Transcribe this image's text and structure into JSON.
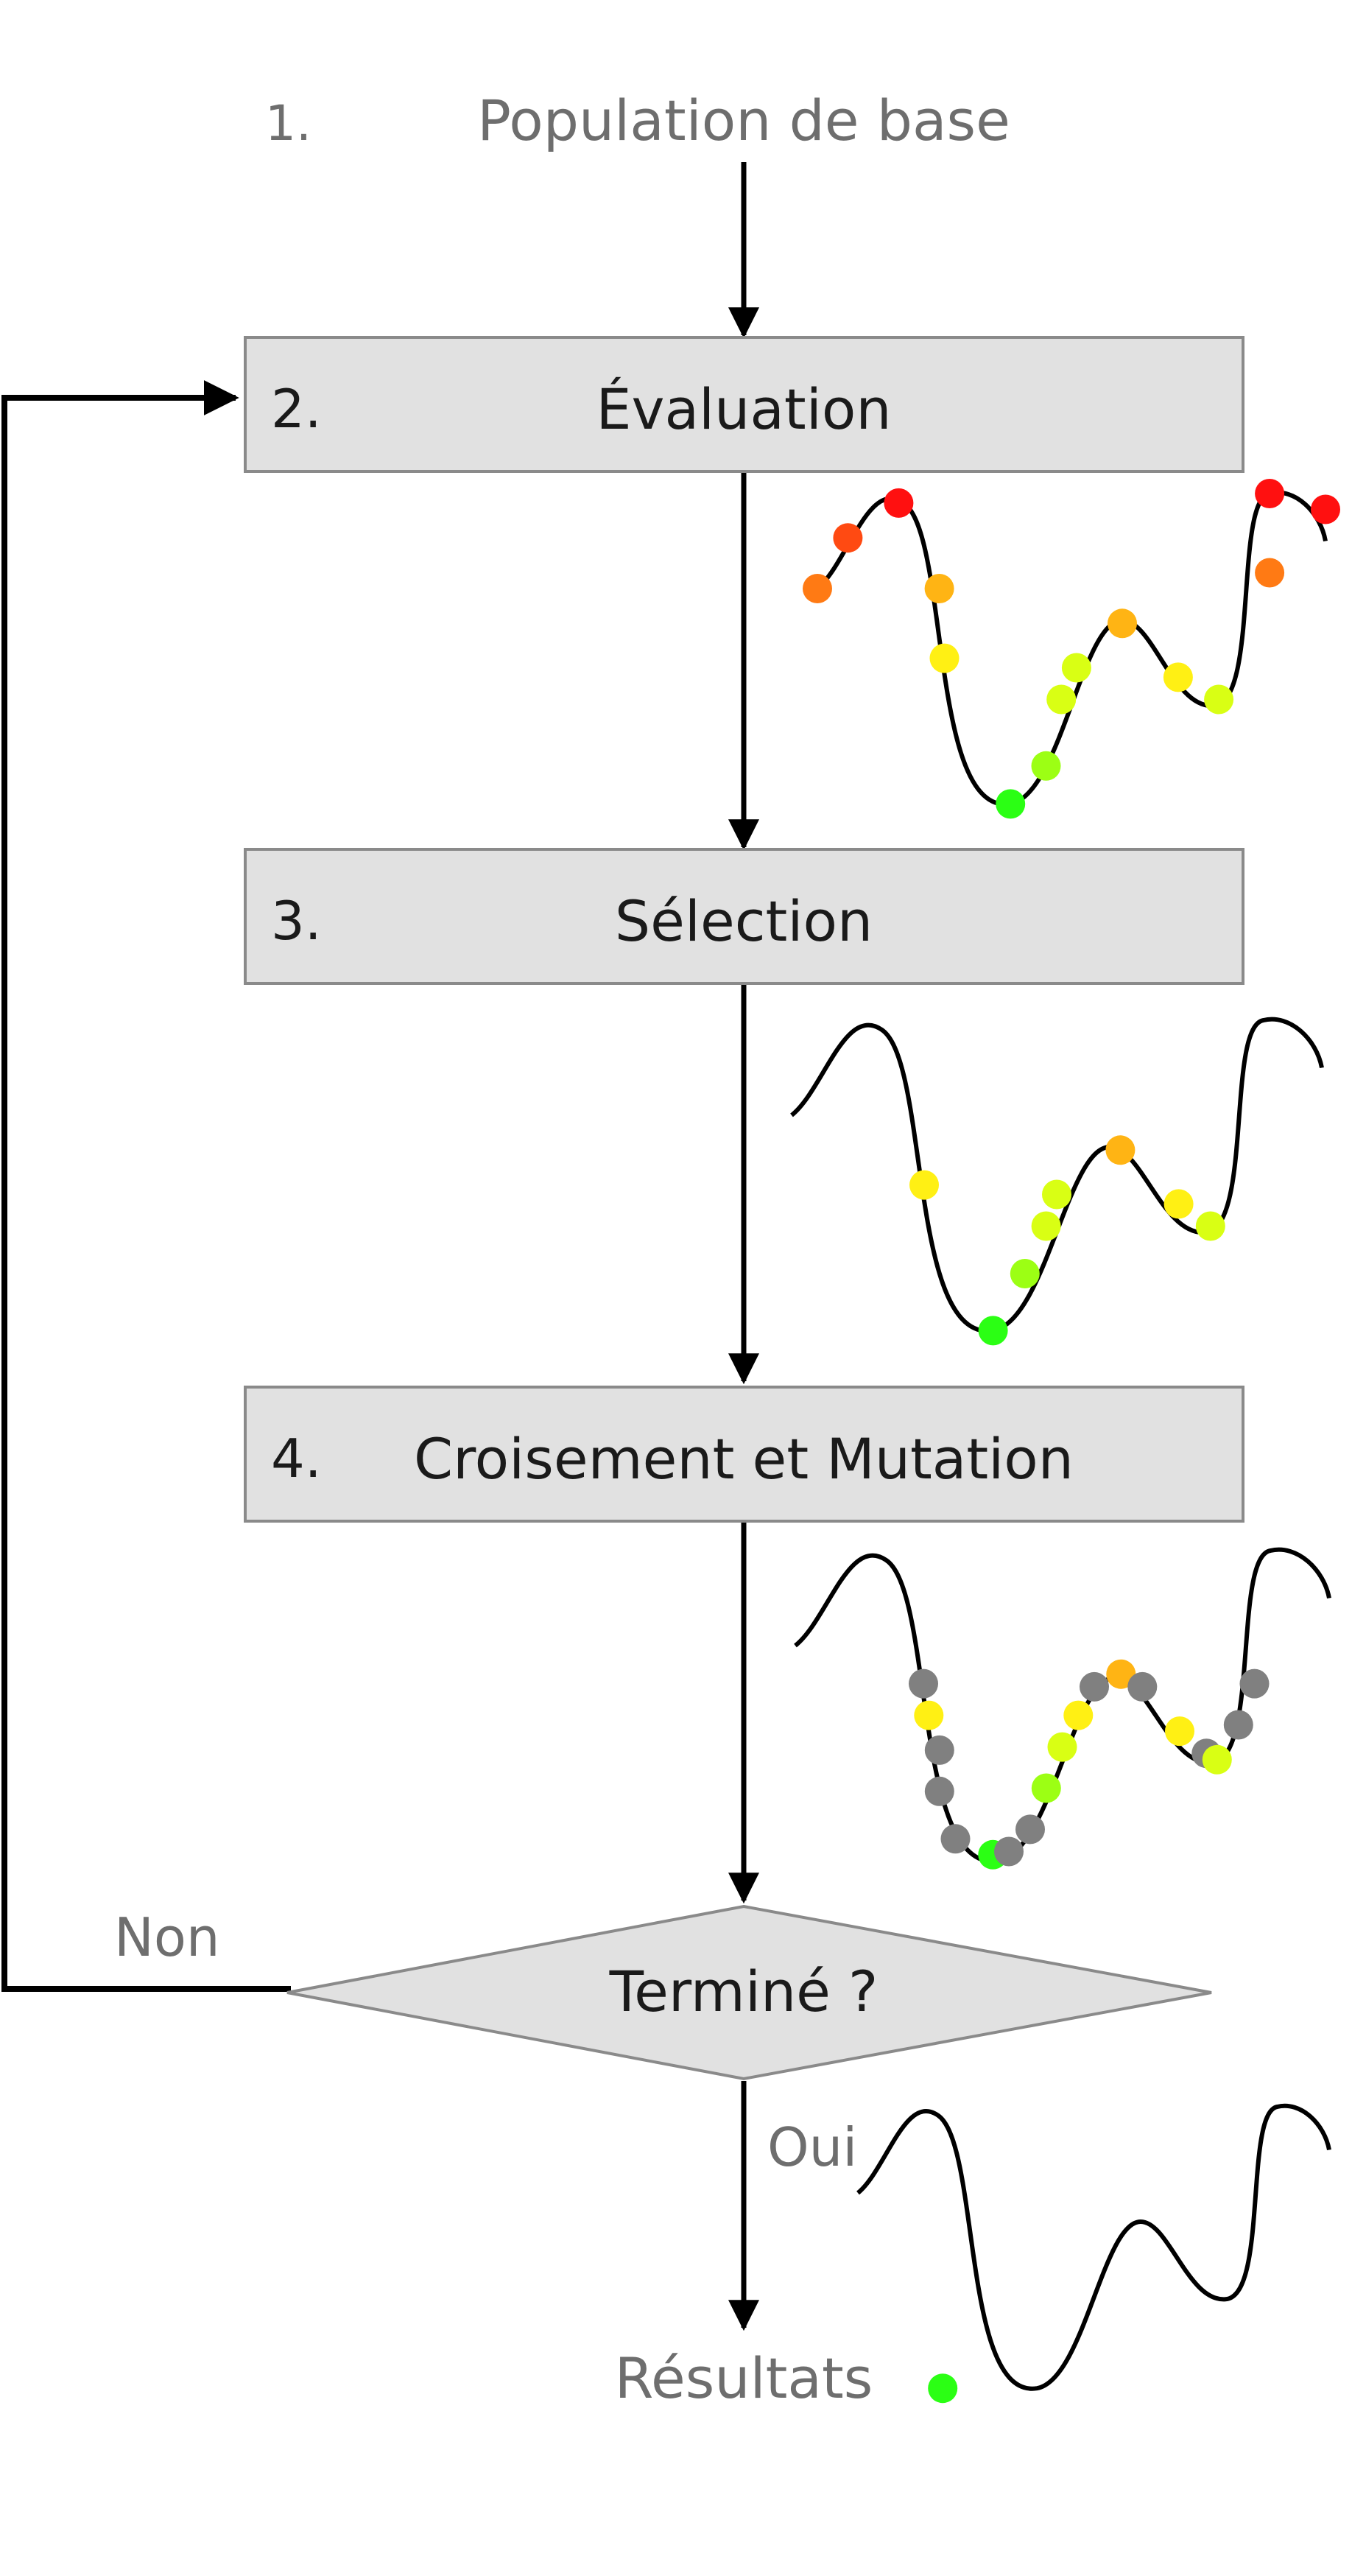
{
  "diagram": {
    "start": {
      "number": "1.",
      "label": "Population de base"
    },
    "steps": [
      {
        "number": "2.",
        "label": "Évaluation"
      },
      {
        "number": "3.",
        "label": "Sélection"
      },
      {
        "number": "4.",
        "label": "Croisement et Mutation"
      }
    ],
    "decision": {
      "label": "Terminé ?",
      "no_label": "Non",
      "yes_label": "Oui"
    },
    "end": {
      "label": "Résultats"
    }
  },
  "colors": {
    "box_fill": "#e1e1e1",
    "box_stroke": "#8a8a8a",
    "arrow": "#000000",
    "dot_red": "#ff1010",
    "dot_red_orange": "#ff4a12",
    "dot_orange": "#ff7a14",
    "dot_amber": "#ffb414",
    "dot_yellow": "#fff014",
    "dot_lime": "#d9ff14",
    "dot_green_yellow": "#9cff14",
    "dot_green": "#2bff14",
    "dot_grey": "#808080"
  }
}
